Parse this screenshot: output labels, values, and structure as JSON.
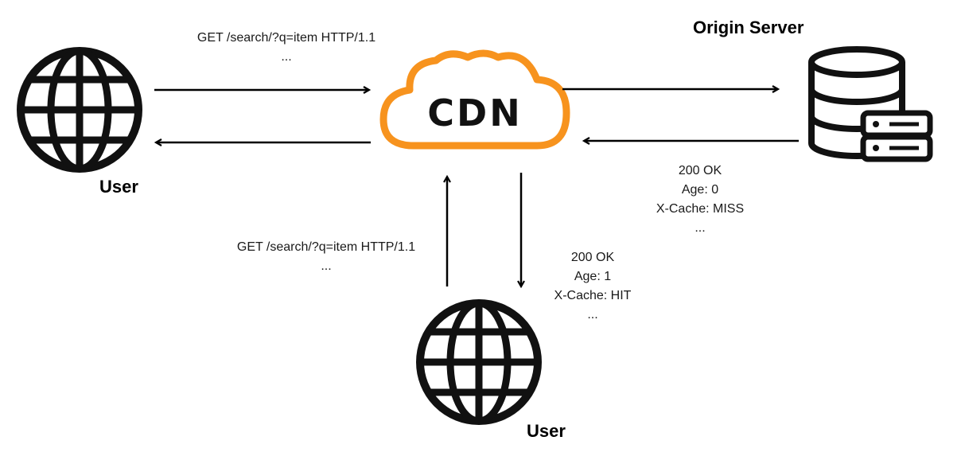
{
  "nodes": {
    "user_top": {
      "label": "User"
    },
    "user_bottom": {
      "label": "User"
    },
    "cdn": {
      "label": "CDN",
      "color": "#F7931E"
    },
    "origin": {
      "label": "Origin Server"
    }
  },
  "messages": {
    "top_request": {
      "line1": "GET /search/?q=item HTTP/1.1",
      "line2": "..."
    },
    "bottom_request": {
      "line1": "GET /search/?q=item HTTP/1.1",
      "line2": "..."
    },
    "origin_response": {
      "line1": "200 OK",
      "line2": "Age: 0",
      "line3": "X-Cache: MISS",
      "line4": "..."
    },
    "cdn_response": {
      "line1": "200 OK",
      "line2": "Age: 1",
      "line3": "X-Cache: HIT",
      "line4": "..."
    }
  },
  "icons": {
    "user": "globe-icon",
    "cdn": "cloud-icon",
    "origin": "database-server-icon"
  }
}
